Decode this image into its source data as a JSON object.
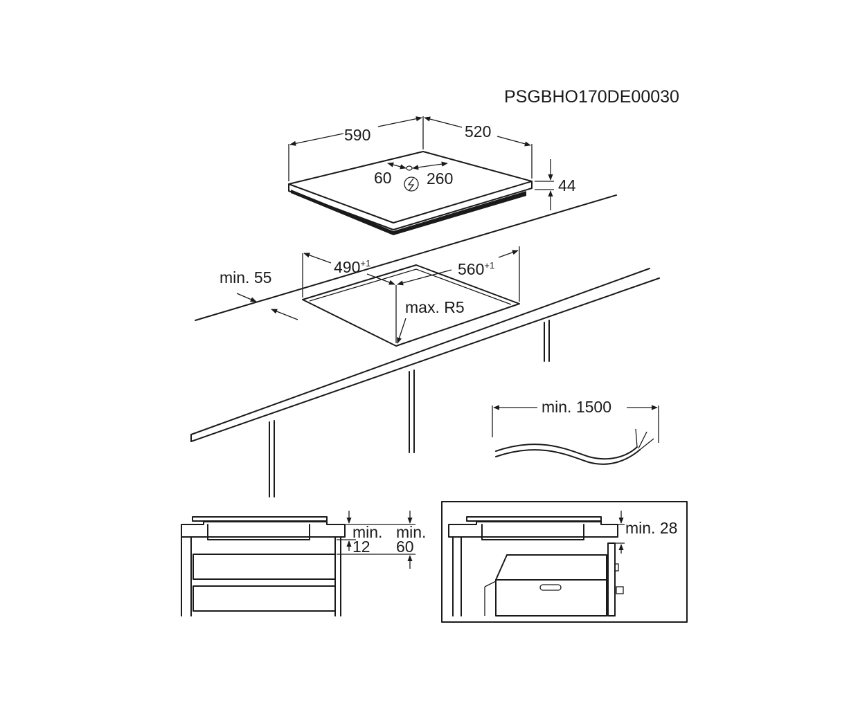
{
  "drawing_code": "PSGBHO170DE00030",
  "hob": {
    "width": "590",
    "depth": "520",
    "height": "44",
    "connection_left": "60",
    "connection_right": "260"
  },
  "cutout": {
    "width": "490",
    "width_tol": "+1",
    "depth": "560",
    "depth_tol": "+1",
    "corner_radius": "max. R5",
    "edge_distance": "min. 55"
  },
  "cable": {
    "length": "min. 1500"
  },
  "section_drawer": {
    "gap_label_a": "min.",
    "gap_value_a": "12",
    "gap_label_b": "min.",
    "gap_value_b": "60"
  },
  "section_oven": {
    "gap": "min. 28"
  }
}
